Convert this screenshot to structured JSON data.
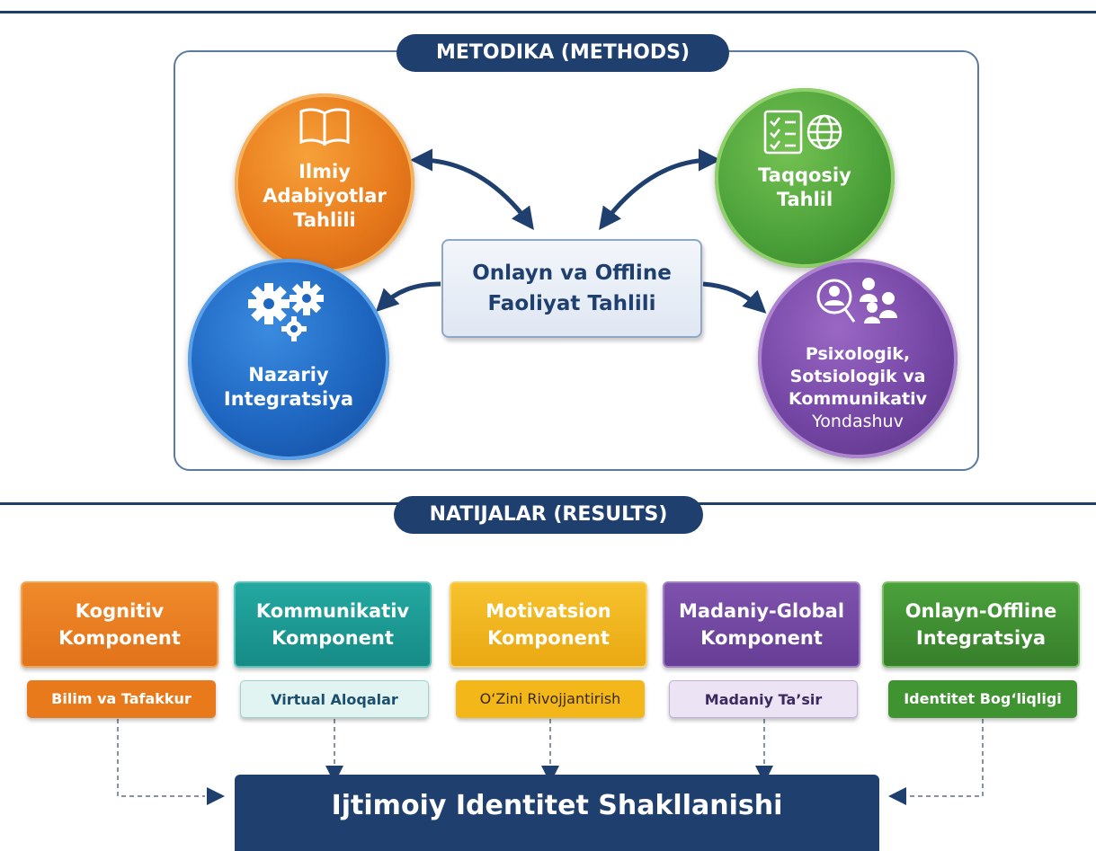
{
  "methods": {
    "title": "METODIKA (METHODS)",
    "center": {
      "line1": "Onlayn va Offline",
      "line2": "Faoliyat Tahlili"
    },
    "nodes": [
      {
        "id": "ilmiy",
        "icon": "open-book-icon",
        "lines": [
          "Ilmiy",
          "Adabiyotlar",
          "Tahlili"
        ],
        "color": "#e87a1c"
      },
      {
        "id": "taqqosiy",
        "icon": "checklist-globe-icon",
        "lines": [
          "Taqqosiy",
          "Tahlil"
        ],
        "color": "#4ca23a"
      },
      {
        "id": "nazariy",
        "icon": "gears-icon",
        "lines": [
          "Nazariy",
          "Integratsiya"
        ],
        "color": "#1e66c0"
      },
      {
        "id": "psixologik",
        "icon": "people-search-icon",
        "lines": [
          "Psixologik,",
          "Sotsiologik va",
          "Kommunikativ",
          "Yondashuv"
        ],
        "color": "#7446a4"
      }
    ]
  },
  "results": {
    "title": "NATIJALAR (RESULTS)",
    "components": [
      {
        "head": [
          "Kognitiv",
          "Komponent"
        ],
        "sub": "Bilim va Tafakkur",
        "color": "#e87a1c"
      },
      {
        "head": [
          "Kommunikativ",
          "Komponent"
        ],
        "sub": "Virtual Aloqalar",
        "color": "#1f9a94"
      },
      {
        "head": [
          "Motivatsion",
          "Komponent"
        ],
        "sub": "O‘Zini Rivojjantirish",
        "color": "#f3b719"
      },
      {
        "head": [
          "Madaniy-Global",
          "Komponent"
        ],
        "sub": "Madaniy Ta’sir",
        "color": "#7446a4"
      },
      {
        "head": [
          "Onlayn-Offline",
          "Integratsiya"
        ],
        "sub": "Identitet Bog‘liqligi",
        "color": "#3f9331"
      }
    ],
    "outcome": "Ijtimoiy Identitet Shakllanishi"
  }
}
